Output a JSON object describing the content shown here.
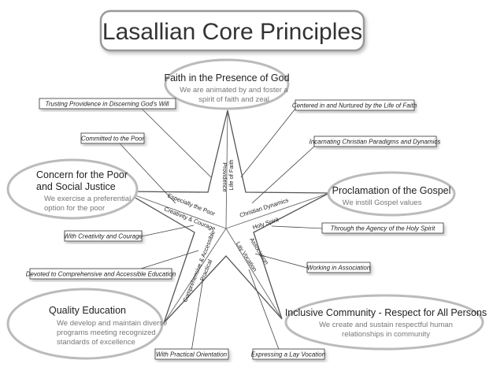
{
  "title": "Lasallian Core Principles",
  "principles": {
    "faith": {
      "title": "Faith in the Presence of God",
      "desc": [
        "We are animated by and foster a",
        "spirit of faith and zeal"
      ]
    },
    "concern": {
      "title": [
        "Concern for the Poor",
        "and Social Justice"
      ],
      "desc": [
        "We exercise a preferential",
        "option for the poor"
      ]
    },
    "proclamation": {
      "title": "Proclamation of the Gospel",
      "desc": [
        "We instill Gospel values"
      ]
    },
    "quality": {
      "title": "Quality Education",
      "desc": [
        "We develop and maintain diverse",
        "programs meeting recognized",
        "standards of excellence"
      ]
    },
    "community": {
      "title": "Inclusive Community - Respect for All Persons",
      "desc": [
        "We create and sustain respectful human",
        "relationships in community"
      ]
    }
  },
  "callouts": {
    "providence": "Trusting Providence in Discerning God's Will",
    "centered": "Centered in and Nurtured by the Life of Faith",
    "poor": "Committed to the Poor",
    "incarnating": "Incarnating Christian Paradigms and Dynamics",
    "creativity": "With Creativity and Courage",
    "holy_spirit": "Through the Agency of the Holy Spirit",
    "devoted": "Devoted to Comprehensive and Accessible Education",
    "association": "Working in Association",
    "practical": "With Practical Orientation",
    "lay_vocation": "Expressing a Lay Vocation"
  },
  "arm_labels": {
    "providence": "Providence",
    "life_of_faith": "Life of Faith",
    "especially_poor": "Especially the Poor",
    "creativity_courage": "Creativity & Courage",
    "christian_dynamics": "Christian Dynamics",
    "holy_spirit": "Holy Spirit",
    "comprehensive": "Comprehensive & Accessible",
    "practical": "Practical",
    "association": "Association",
    "lay_vocation": "Lay Vocation"
  }
}
